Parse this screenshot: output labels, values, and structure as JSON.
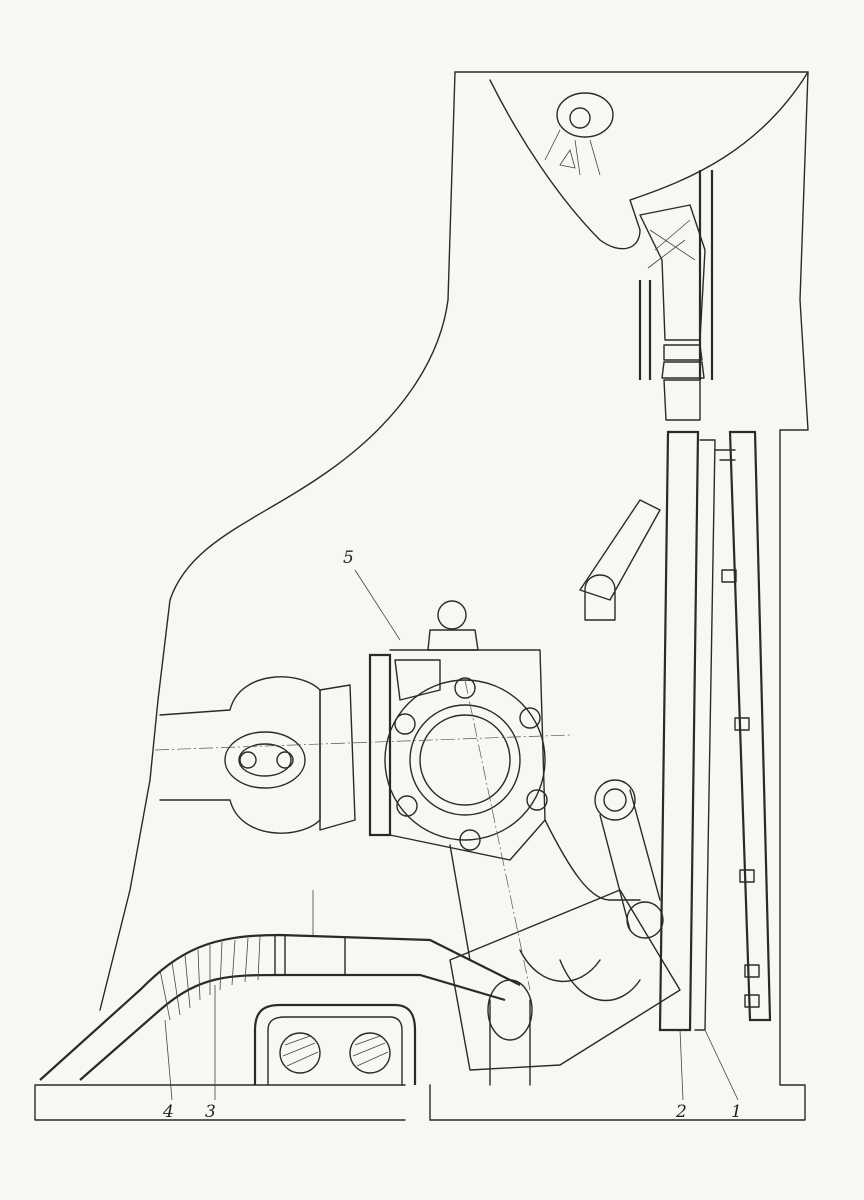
{
  "drawing": {
    "callouts": [
      {
        "id": "callout-5",
        "text": "5"
      },
      {
        "id": "callout-4",
        "text": "4"
      },
      {
        "id": "callout-3",
        "text": "3"
      },
      {
        "id": "callout-2",
        "text": "2"
      },
      {
        "id": "callout-1",
        "text": "1"
      }
    ]
  }
}
